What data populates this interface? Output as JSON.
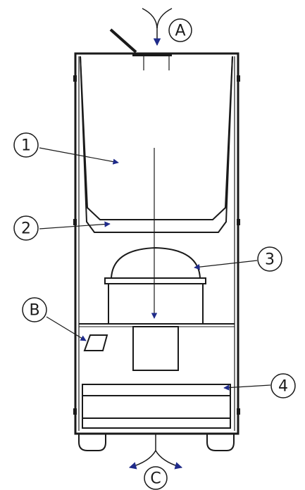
{
  "diagram": {
    "callouts": {
      "inlet": "A",
      "control_panel": "B",
      "outlet": "C",
      "part_1": "1",
      "part_2": "2",
      "part_3": "3",
      "part_4": "4"
    },
    "colors": {
      "line": "#1a1a1a",
      "arrow": "#1f2b8a",
      "background": "#ffffff"
    }
  }
}
